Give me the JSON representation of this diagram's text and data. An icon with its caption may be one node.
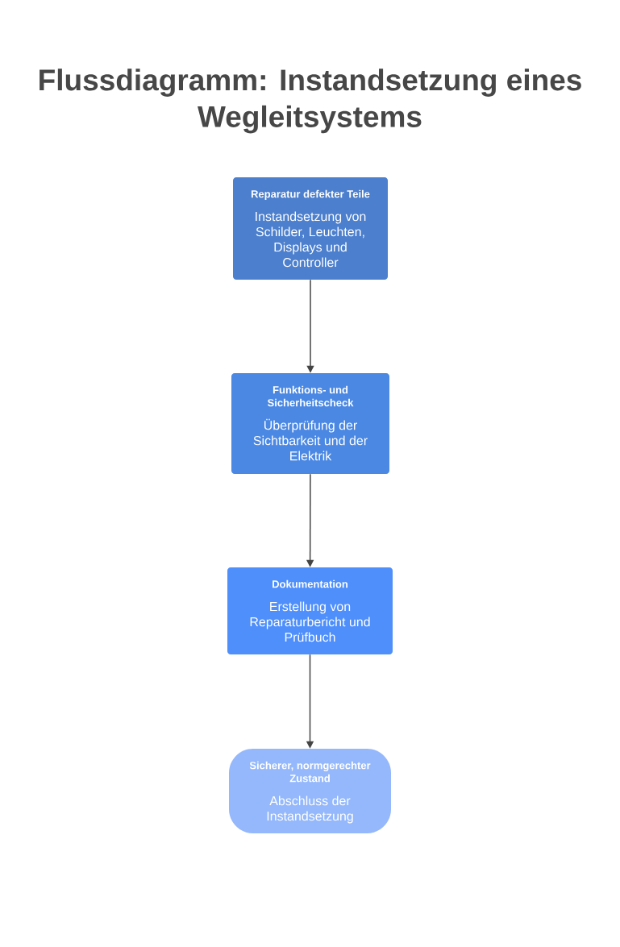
{
  "diagram": {
    "title": "Flussdiagramm: Instandsetzung eines Wegleitsystems",
    "nodes": [
      {
        "text": [
          "Reparatur defekter Teile",
          "Instandsetzung von Schilder, Leuchten, Displays und Controller"
        ]
      },
      {
        "text": [
          "Funktions- und Sicherheitscheck",
          "Überprüfung der Sichtbarkeit und der Elektrik"
        ]
      },
      {
        "text": [
          "Dokumentation",
          "Erstellung von Reparaturbericht und Prüfbuch"
        ]
      },
      {
        "text": [
          "Sicherer, normgerechter Zustand",
          "Abschluss der Instandsetzung"
        ]
      }
    ],
    "edges": [
      {
        "from": 0,
        "to": 1,
        "arrow": "to"
      },
      {
        "from": 1,
        "to": 2,
        "arrow": "to"
      },
      {
        "from": 2,
        "to": 3,
        "arrow": "to"
      }
    ]
  }
}
